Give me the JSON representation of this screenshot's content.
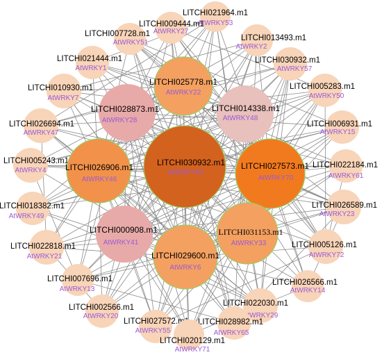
{
  "colors": {
    "edge": "#8a8a8a",
    "ath_label": "#9b59d6",
    "id_label": "#000000",
    "node_border": "#9ccc65"
  },
  "nodes": [
    {
      "key": "n021964",
      "id": "LITCHI021964.m1",
      "ath": "AtWRKY53",
      "color": "#f8d4b8",
      "tier": "outer",
      "border": false
    },
    {
      "key": "n009444",
      "id": "LITCHI009444.m1",
      "ath": "AtWRKY27",
      "color": "#f8d4b8",
      "tier": "outer",
      "border": false
    },
    {
      "key": "n013493",
      "id": "LITCHI013493.m1",
      "ath": "AtWRKY2",
      "color": "#f8d4b8",
      "tier": "outer",
      "border": false
    },
    {
      "key": "n007728",
      "id": "LITCHI007728.m1",
      "ath": "AtWRKY51",
      "color": "#f8d4b8",
      "tier": "outer",
      "border": false
    },
    {
      "key": "n030932b",
      "id": "LITCHI030932.m1",
      "ath": "AtWRKY57",
      "color": "#f8d4b8",
      "tier": "outer",
      "border": false
    },
    {
      "key": "n021444",
      "id": "LITCHI021444.m1",
      "ath": "AtWRKY1",
      "color": "#f8d4b8",
      "tier": "outer",
      "border": false
    },
    {
      "key": "n005283",
      "id": "LITCHI005283.m1",
      "ath": "AtWRKY50",
      "color": "#f8d4b8",
      "tier": "outer",
      "border": false
    },
    {
      "key": "n010930",
      "id": "LITCHI010930.m1",
      "ath": "AtWRKY7",
      "color": "#f8d4b8",
      "tier": "outer",
      "border": false
    },
    {
      "key": "n006931",
      "id": "LITCHI006931.m1",
      "ath": "AtWRKY15",
      "color": "#f8d4b8",
      "tier": "outer",
      "border": false
    },
    {
      "key": "n026694",
      "id": "LITCHI026694.m1",
      "ath": "AtWRKY47",
      "color": "#f8d4b8",
      "tier": "outer",
      "border": false
    },
    {
      "key": "n022184",
      "id": "LITCHI022184.m1",
      "ath": "AtWRKY61",
      "color": "#f8d4b8",
      "tier": "outer",
      "border": false
    },
    {
      "key": "n005243",
      "id": "LITCHI005243.m1",
      "ath": "AtWRKY4",
      "color": "#f8d4b8",
      "tier": "outer",
      "border": false
    },
    {
      "key": "n026589",
      "id": "LITCHI026589.m1",
      "ath": "AtWRKY23",
      "color": "#f8d4b8",
      "tier": "outer",
      "border": false
    },
    {
      "key": "n018382",
      "id": "LITCHI018382.m1",
      "ath": "AtWRKY49",
      "color": "#f8d4b8",
      "tier": "outer",
      "border": false
    },
    {
      "key": "n022818",
      "id": "LITCHI022818.m1",
      "ath": "AtWRKY21",
      "color": "#f8d4b8",
      "tier": "outer",
      "border": false
    },
    {
      "key": "n005126",
      "id": "LITCHI005126.m1",
      "ath": "AtWRKY72",
      "color": "#f8d4b8",
      "tier": "outer",
      "border": false
    },
    {
      "key": "n007696",
      "id": "LITCHI007696.m1",
      "ath": "AtWRKY13",
      "color": "#f8d4b8",
      "tier": "outer",
      "border": false
    },
    {
      "key": "n026566",
      "id": "LITCHI026566.m1",
      "ath": "AtWRKY14",
      "color": "#f8d4b8",
      "tier": "outer",
      "border": false
    },
    {
      "key": "n022030",
      "id": "LITCHI022030.m1",
      "ath": "AtWRKY29",
      "color": "#f8d4b8",
      "tier": "outer",
      "border": false
    },
    {
      "key": "n002566",
      "id": "LITCHI002566.m1",
      "ath": "AtWRKY20",
      "color": "#f8d4b8",
      "tier": "outer",
      "border": false
    },
    {
      "key": "n027572",
      "id": "LITCHI027572.m1",
      "ath": "AtWRKY55",
      "color": "#f8d4b8",
      "tier": "outer",
      "border": false
    },
    {
      "key": "n028982",
      "id": "LITCHI028982.m1",
      "ath": "AtWRKY65",
      "color": "#f8d4b8",
      "tier": "outer",
      "border": false
    },
    {
      "key": "n020129",
      "id": "LITCHI020129.m1",
      "ath": "AtWRKY71",
      "color": "#f8d4b8",
      "tier": "outer",
      "border": false
    },
    {
      "key": "n025778",
      "id": "LITCHI025778.m1",
      "ath": "AtWRKY22",
      "color": "#f4a061",
      "tier": "middle",
      "border": true
    },
    {
      "key": "n028873",
      "id": "LITCHI028873.m1",
      "ath": "AtWRKY28",
      "color": "#e8aaa8",
      "tier": "middle",
      "border": false
    },
    {
      "key": "n014338",
      "id": "LITCHI014338.m1",
      "ath": "AtWRKY48",
      "color": "#e8c0bc",
      "tier": "middle",
      "border": false
    },
    {
      "key": "n026906",
      "id": "LITCHI026906.m1",
      "ath": "AtWRKY46",
      "color": "#f2924a",
      "tier": "middle",
      "border": true
    },
    {
      "key": "n027573",
      "id": "LITCHI027573.m1",
      "ath": "AtWRKY70",
      "color": "#f27a1e",
      "tier": "middle",
      "border": true
    },
    {
      "key": "n000908",
      "id": "LITCHI000908.m1",
      "ath": "AtWRKY41",
      "color": "#e8aaa8",
      "tier": "middle",
      "border": false
    },
    {
      "key": "n031153",
      "id": "LITCHI031153.m1",
      "ath": "AtWRKY33",
      "color": "#f4a061",
      "tier": "middle",
      "border": true,
      "serif": true
    },
    {
      "key": "n029600",
      "id": "LITCHI029600.m1",
      "ath": "AtWRKY6",
      "color": "#f4a061",
      "tier": "middle",
      "border": true
    },
    {
      "key": "n030932",
      "id": "LITCHI030932.m1",
      "ath": "AtWRKY40",
      "color": "#d4621f",
      "tier": "hub",
      "border": true
    }
  ]
}
